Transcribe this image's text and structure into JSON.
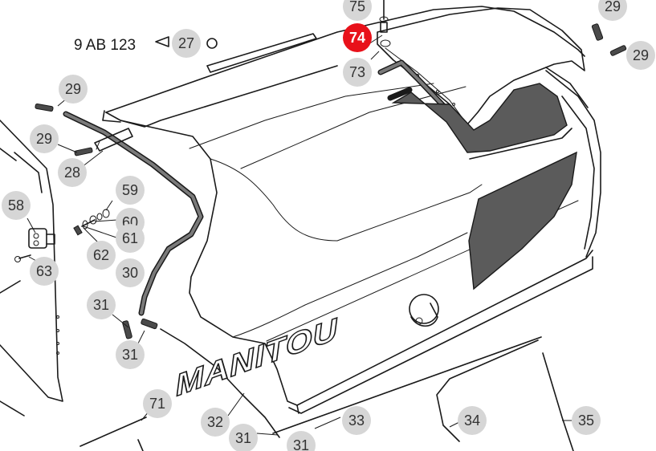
{
  "reference": {
    "code": "9 AB 123",
    "part": "27"
  },
  "logo": {
    "text": "MANITOU"
  },
  "colors": {
    "callout_fill": "#d6d6d6",
    "callout_active_fill": "#e8111a",
    "callout_text": "#333333",
    "glass": "#5b5b5b"
  },
  "callouts": [
    {
      "label": "75",
      "active": false
    },
    {
      "label": "74",
      "active": true
    },
    {
      "label": "73",
      "active": false
    },
    {
      "label": "29",
      "active": false
    },
    {
      "label": "29",
      "active": false
    },
    {
      "label": "29",
      "active": false
    },
    {
      "label": "29",
      "active": false
    },
    {
      "label": "28",
      "active": false
    },
    {
      "label": "59",
      "active": false
    },
    {
      "label": "60",
      "active": false
    },
    {
      "label": "61",
      "active": false
    },
    {
      "label": "62",
      "active": false
    },
    {
      "label": "58",
      "active": false
    },
    {
      "label": "63",
      "active": false
    },
    {
      "label": "30",
      "active": false
    },
    {
      "label": "31",
      "active": false
    },
    {
      "label": "31",
      "active": false
    },
    {
      "label": "71",
      "active": false
    },
    {
      "label": "32",
      "active": false
    },
    {
      "label": "31",
      "active": false
    },
    {
      "label": "33",
      "active": false
    },
    {
      "label": "34",
      "active": false
    },
    {
      "label": "35",
      "active": false
    },
    {
      "label": "31",
      "active": false
    }
  ]
}
